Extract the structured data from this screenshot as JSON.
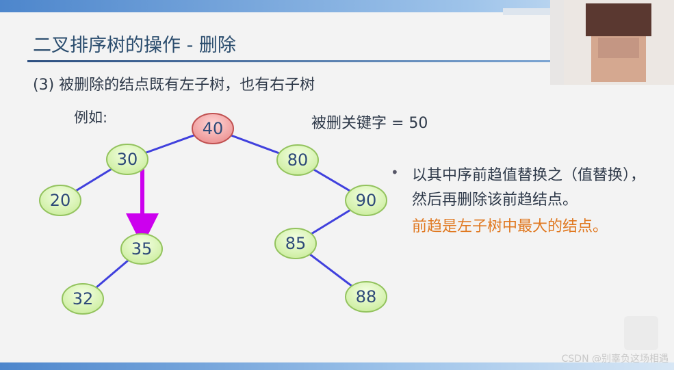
{
  "slide": {
    "title": "二叉排序树的操作 - 删除",
    "case_heading": "(3) 被删除的结点既有左子树，也有右子树",
    "example_label": "例如:",
    "deleted_key_label": "被删关键字 = 50",
    "bullet_text": "以其中序前趋值替换之（值替换），然后再删除该前趋结点。",
    "bullet_highlight": "前趋是左子树中最大的结点。",
    "watermark": "CSDN @别辜负这场相遇"
  },
  "tree": {
    "nodes": [
      "40",
      "30",
      "80",
      "20",
      "35",
      "32",
      "90",
      "85",
      "88"
    ],
    "root": "40",
    "edges": [
      [
        "40",
        "30"
      ],
      [
        "40",
        "80"
      ],
      [
        "30",
        "20"
      ],
      [
        "80",
        "90"
      ],
      [
        "35",
        "32"
      ],
      [
        "90",
        "85"
      ],
      [
        "85",
        "88"
      ]
    ],
    "arrow": {
      "from": "30",
      "to": "35",
      "color": "#cc00ee"
    }
  },
  "colors": {
    "node_fill": "#dcf5b8",
    "node_stroke": "#93c35e",
    "root_fill": "#f4a8a8",
    "edge": "#4040dd",
    "highlight_text": "#e07820"
  }
}
